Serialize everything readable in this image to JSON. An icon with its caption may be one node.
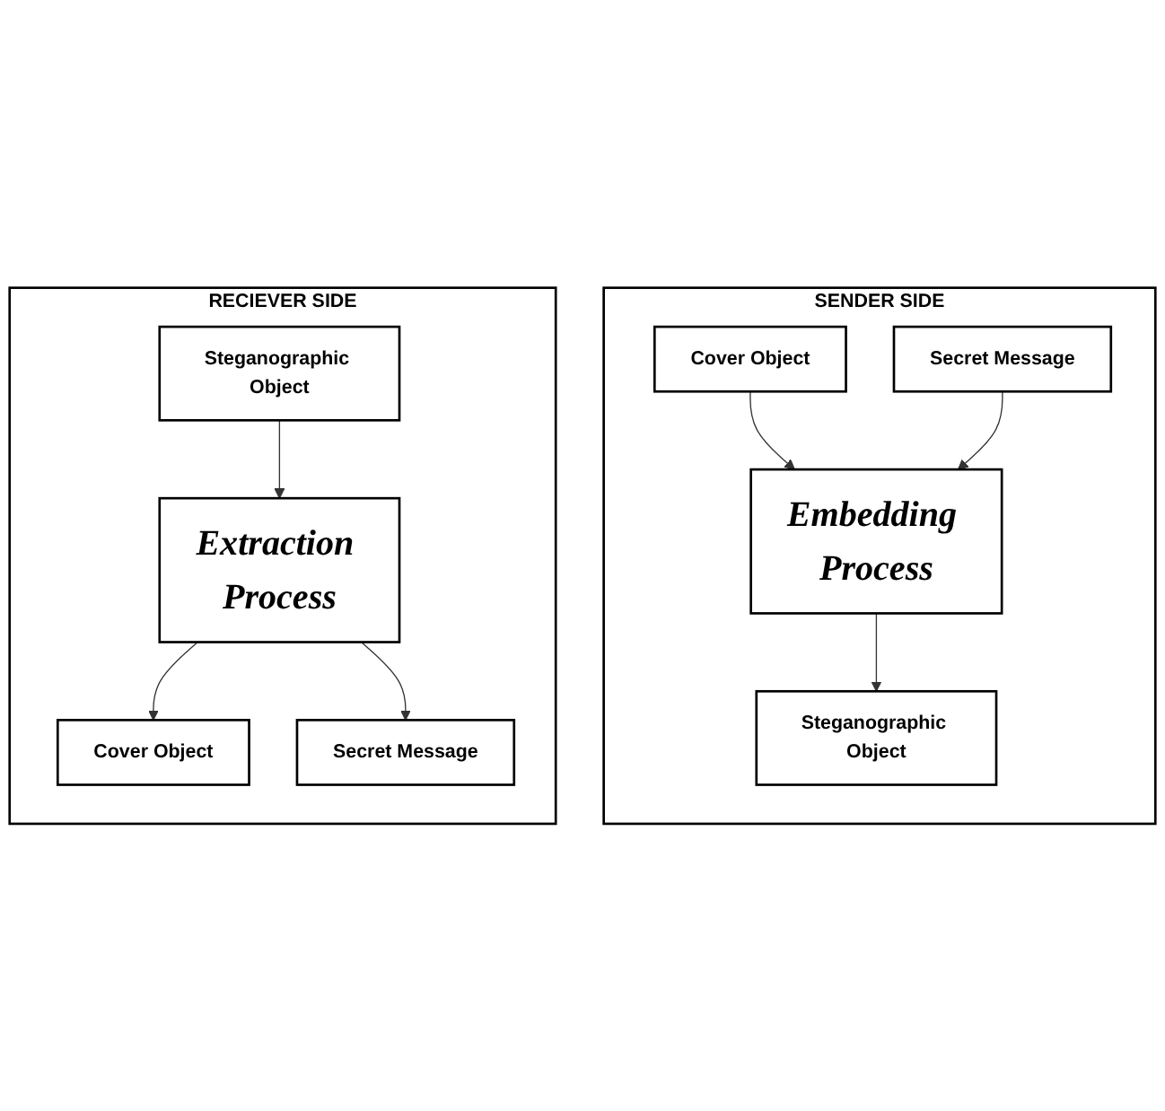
{
  "diagram": {
    "nodes": [
      {
        "text": [
          "SENDER SIDE"
        ]
      },
      {
        "text": [
          "Cover Object"
        ],
        "in": 0
      },
      {
        "text": [
          "Secret Message"
        ],
        "in": 0
      },
      {
        "text": [
          "Embedding Process"
        ],
        "in": 0
      },
      {
        "text": [
          "Steganographic Object"
        ],
        "in": 0
      },
      {
        "text": [
          "RECIEVER SIDE"
        ]
      },
      {
        "text": [
          "Steganographic Object"
        ],
        "in": 5
      },
      {
        "text": [
          "Extraction Process"
        ],
        "in": 5
      },
      {
        "text": [
          "Cover Object"
        ],
        "in": 5
      },
      {
        "text": [
          "Secret Message"
        ],
        "in": 5
      }
    ],
    "edges": [
      {
        "from": 1,
        "to": 3,
        "arrow": "to"
      },
      {
        "from": 2,
        "to": 3,
        "arrow": "to"
      },
      {
        "from": 3,
        "to": 4,
        "arrow": "to"
      },
      {
        "from": 6,
        "to": 7,
        "arrow": "to"
      },
      {
        "from": 7,
        "to": 8,
        "arrow": "to"
      },
      {
        "from": 7,
        "to": 9,
        "arrow": "to"
      }
    ]
  }
}
